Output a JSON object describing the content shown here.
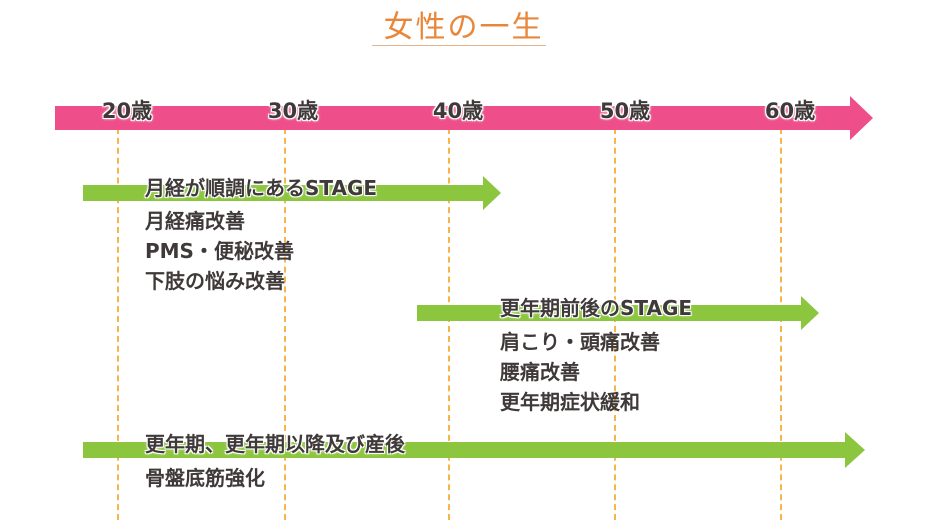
{
  "title": "女性の一生",
  "colors": {
    "title": "#e8863a",
    "timeline_arrow": "#ee4e8a",
    "stage_arrow": "#8cc63f",
    "dashed_line": "#f5b54a",
    "text": "#3f3a39"
  },
  "timeline": {
    "ages": [
      "20歳",
      "30歳",
      "40歳",
      "50歳",
      "60歳"
    ]
  },
  "stages": [
    {
      "title": "月経が順調にあるSTAGE",
      "items": [
        "月経痛改善",
        "PMS・便秘改善",
        "下肢の悩み改善"
      ]
    },
    {
      "title": "更年期前後のSTAGE",
      "items": [
        "肩こり・頭痛改善",
        "腰痛改善",
        "更年期症状緩和"
      ]
    },
    {
      "title": "更年期、更年期以降及び産後",
      "items": [
        "骨盤底筋強化"
      ]
    }
  ]
}
